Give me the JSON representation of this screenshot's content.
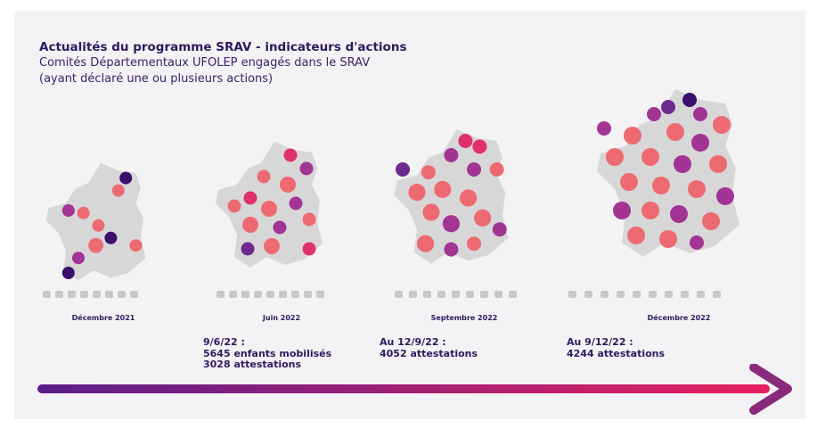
{
  "header": {
    "title": "Actualités du programme SRAV - indicateurs d'actions",
    "line2": "Comités Départementaux UFOLEP engagés dans le SRAV",
    "line3": "(ayant déclaré une ou plusieurs actions)"
  },
  "maps": [
    {
      "caption": "Décembre 2021"
    },
    {
      "caption": "Juin 2022"
    },
    {
      "caption": "Septembre 2022"
    },
    {
      "caption": "Décembre 2022"
    }
  ],
  "stats": [
    {
      "lines": [
        "9/6/22 :",
        "5645 enfants mobilisés",
        "3028 attestations"
      ]
    },
    {
      "lines": [
        "Au 12/9/22 :",
        "4052 attestations"
      ]
    },
    {
      "lines": [
        "Au 9/12/22 :",
        "4244 attestations"
      ]
    }
  ],
  "colors": {
    "base": "#d7d7d7",
    "coral": "#ee6a73",
    "pink": "#e0306d",
    "magenta": "#a23594",
    "purple": "#6e2a8e",
    "dark": "#3a0e6a",
    "arrow_start": "#5a1f8a",
    "arrow_end": "#e8205f"
  }
}
